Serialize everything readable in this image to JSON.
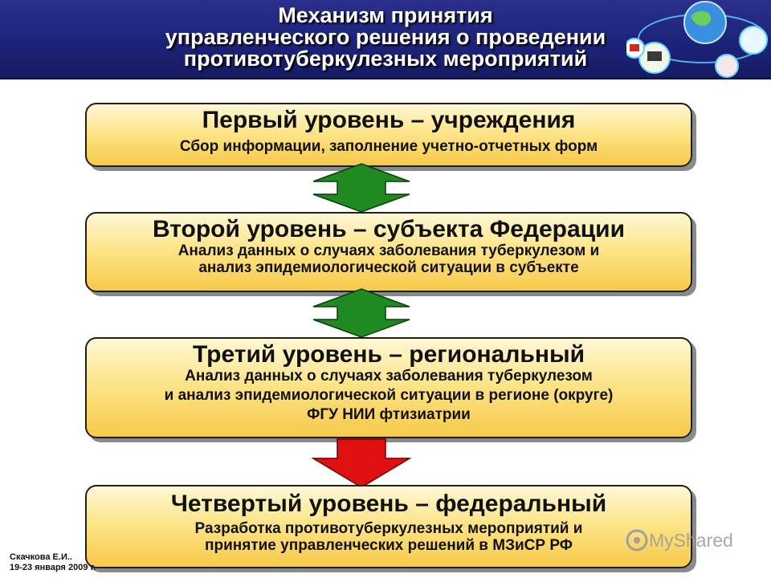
{
  "header": {
    "title_lines": [
      "Механизм принятия",
      "управленческого решения о проведении",
      "противотуберкулезных мероприятий"
    ]
  },
  "levels": [
    {
      "title": "Первый уровень – учреждения",
      "desc_lines": [
        "Сбор информации, заполнение учетно-отчетных форм"
      ]
    },
    {
      "title": "Второй уровень – субъекта Федерации",
      "desc_lines": [
        "Анализ данных о случаях заболевания туберкулезом и",
        "анализ эпидемиологической ситуации в субъекте"
      ]
    },
    {
      "title": "Третий уровень – региональный",
      "desc_lines": [
        "Анализ данных о случаях заболевания туберкулезом",
        "и анализ эпидемиологической ситуации в регионе (округе)",
        "ФГУ НИИ фтизиатрии"
      ]
    },
    {
      "title": "Четвертый уровень – федеральный",
      "desc_lines": [
        "Разработка противотуберкулезных мероприятий и",
        "принятие управленческих решений в МЗиСР РФ"
      ]
    }
  ],
  "arrows": [
    {
      "kind": "double-arrow",
      "color": "#1f8a1f"
    },
    {
      "kind": "double-arrow",
      "color": "#1f8a1f"
    },
    {
      "kind": "down-arrow",
      "color": "#e01010"
    }
  ],
  "footer": {
    "author": "Скачкова Е.И..",
    "date": "19-23 января 2009 г."
  },
  "watermark": "MyShared"
}
